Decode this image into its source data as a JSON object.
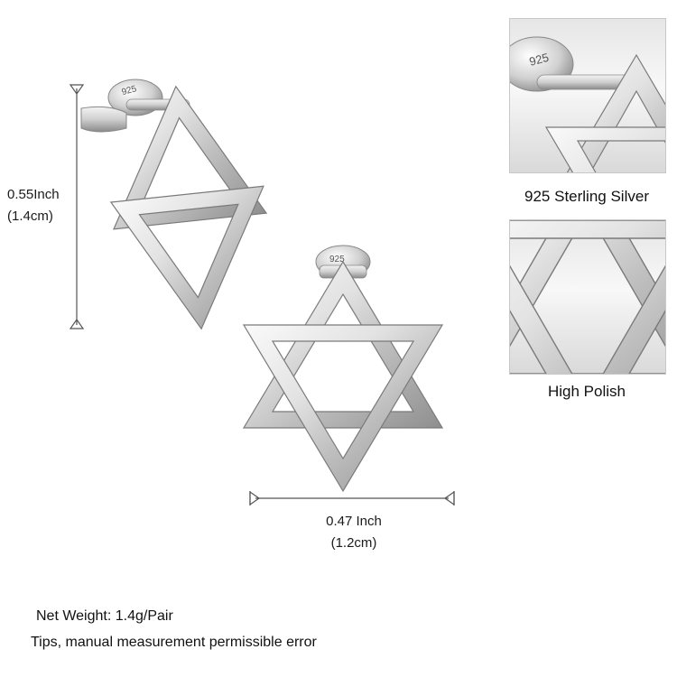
{
  "height_dimension": {
    "value_inch": "0.55Inch",
    "value_cm": "(1.4cm)"
  },
  "width_dimension": {
    "value_inch": "0.47 Inch",
    "value_cm": "(1.2cm)"
  },
  "stud_stamp": "925",
  "thumbnails": [
    {
      "caption": "925 Sterling Silver"
    },
    {
      "caption": "High Polish"
    }
  ],
  "notes": {
    "net_weight": "Net Weight: 1.4g/Pair",
    "tips": "Tips, manual measurement permissible error"
  },
  "colors": {
    "silver_light": "#f2f2f2",
    "silver_mid": "#bdbdbd",
    "silver_dark": "#6b6b6b",
    "line": "#555555"
  }
}
